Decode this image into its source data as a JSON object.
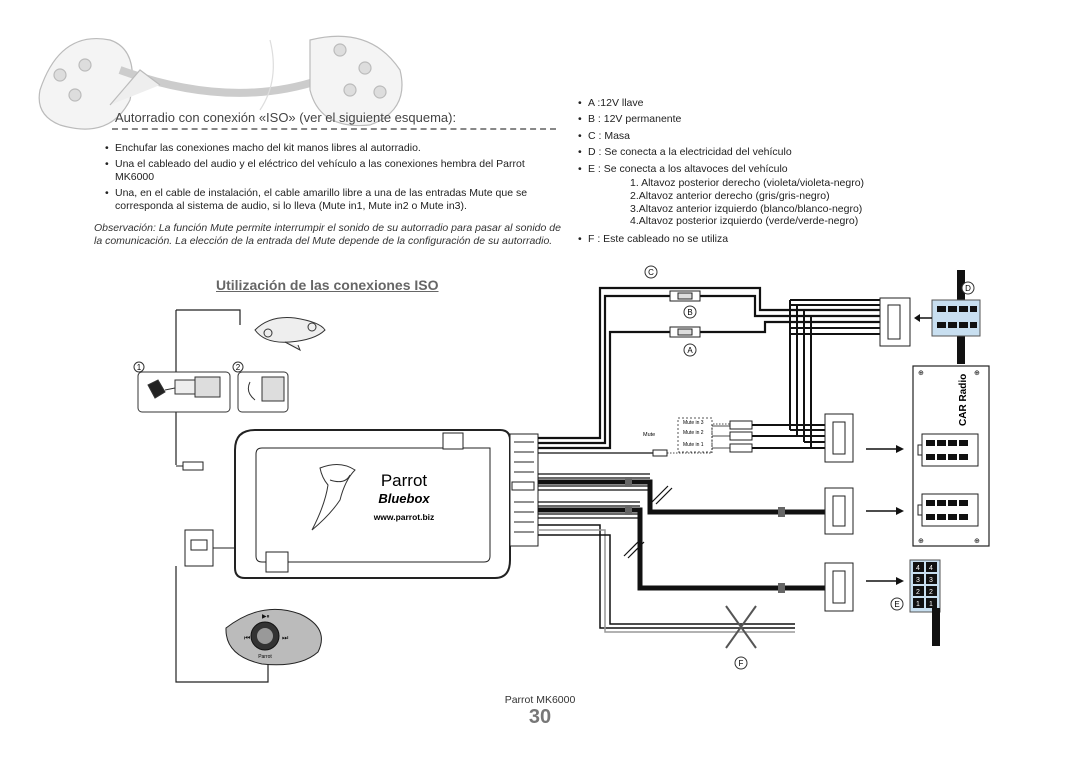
{
  "header": {
    "section_title": "Autorradio con conexión «ISO» (ver el siguiente esquema):"
  },
  "instructions": [
    "Enchufar las conexiones macho del kit manos libres al autorradio.",
    "Una el cableado del audio y el eléctrico del vehículo a las conexiones hembra del Parrot MK6000",
    "Una, en el cable de instalación, el cable amarillo libre a una de las entradas Mute que se corresponda al sistema de audio, si lo lleva (Mute in1, Mute in2 o Mute in3)."
  ],
  "note": "Observación: La función Mute permite interrumpir el sonido de su autorradio para pasar al sonido de la comunicación. La elección de la entrada del Mute depende de la configuración de su autorradio.",
  "legend": {
    "a": "A :12V llave",
    "b": "B : 12V permanente",
    "c": "C : Masa",
    "d": "D : Se conecta a la electricidad del vehículo",
    "e": "E : Se conecta a los altavoces del vehículo",
    "speakers": [
      "1. Altavoz posterior derecho (violeta/violeta-negro)",
      "2.Altavoz anterior derecho (gris/gris-negro)",
      "3.Altavoz anterior izquierdo (blanco/blanco-negro)",
      "4.Altavoz posterior izquierdo (verde/verde-negro)"
    ],
    "f": "F : Este cableado no se utiliza"
  },
  "diagram": {
    "title": "Utilización de las conexiones ISO",
    "brand": "Parrot",
    "product": "Bluebox",
    "url": "www.parrot.biz",
    "car_radio": "CAR Radio",
    "mute": "Mute",
    "mute_in3": "Mute in 3",
    "mute_in2": "Mute in 2",
    "mute_in1": "Mute in 1",
    "label_a": "A",
    "label_b": "B",
    "label_c": "C",
    "label_d": "D",
    "label_e": "E",
    "label_f": "F",
    "step_1": "1",
    "step_2": "2",
    "remote_brand": "Parrot",
    "pin_numbers": [
      "4",
      "4",
      "3",
      "3",
      "2",
      "2",
      "1",
      "1"
    ]
  },
  "footer": {
    "model": "Parrot MK6000",
    "page": "30"
  }
}
